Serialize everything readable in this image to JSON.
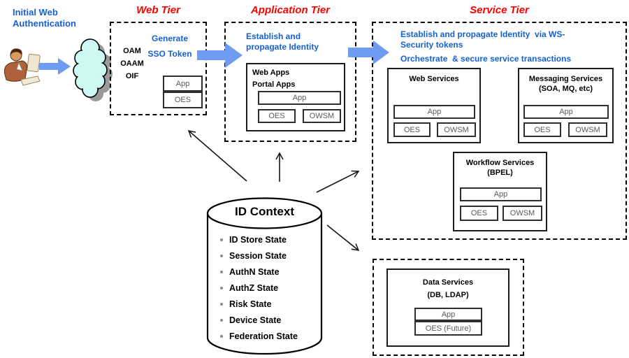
{
  "colors": {
    "accent_blue": "#1560d2",
    "arrow_blue": "#6f9cf0",
    "tier_red": "#ff0000",
    "cloud_fill": "#cdf8f4",
    "chip_text": "#595959"
  },
  "icons": {
    "person": "user-at-computer-icon",
    "cloud": "network-cloud-icon",
    "flow_arrow": "right-block-arrow-icon"
  },
  "intro": {
    "heading": "Initial Web Authentication"
  },
  "tiers": {
    "web": {
      "title": "Web Tier",
      "action_line1": "Generate",
      "action_line2": "SSO Token",
      "products": [
        "OAM",
        "OAAM",
        "OIF"
      ],
      "stack": {
        "app": "App",
        "oes": "OES"
      }
    },
    "application": {
      "title": "Application Tier",
      "action_line1": "Establish and",
      "action_line2": "propagate Identity",
      "module": {
        "title1": "Web Apps",
        "title2": "Portal Apps",
        "app": "App",
        "oes": "OES",
        "owsm": "OWSM"
      }
    },
    "service": {
      "title": "Service Tier",
      "action1_line1": "Establish and propagate Identity  via WS-",
      "action1_line2": "Security tokens",
      "action2": "Orchestrate  & secure service transactions",
      "modules": [
        {
          "title1": "Web Services",
          "title2": "",
          "app": "App",
          "oes": "OES",
          "owsm": "OWSM"
        },
        {
          "title1": "Messaging Services",
          "title2": "(SOA, MQ, etc)",
          "app": "App",
          "oes": "OES",
          "owsm": "OWSM"
        },
        {
          "title1": "Workflow Services",
          "title2": "(BPEL)",
          "app": "App",
          "oes": "OES",
          "owsm": "OWSM"
        }
      ]
    },
    "data": {
      "title1": "Data Services",
      "title2": "(DB, LDAP)",
      "app": "App",
      "oes": "OES (Future)"
    }
  },
  "id_context": {
    "title": "ID Context",
    "items": [
      "ID Store State",
      "Session State",
      "AuthN State",
      "AuthZ State",
      "Risk State",
      "Device State",
      "Federation State"
    ]
  }
}
